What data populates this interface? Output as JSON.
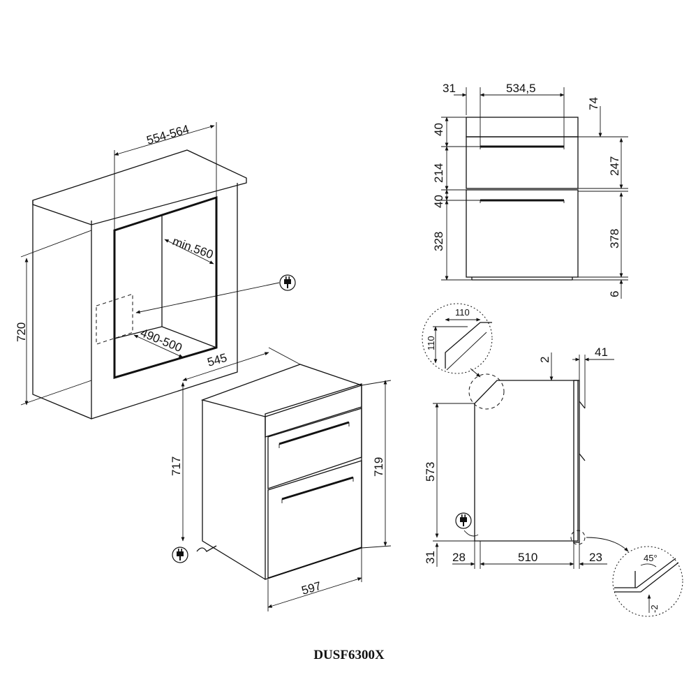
{
  "model": "DUSF6300X",
  "dimensions": {
    "niche_width": "554-564",
    "niche_depth": "min.560",
    "niche_height": "720",
    "cutout": "490-500",
    "oven_depth": "545",
    "oven_body_height": "717",
    "oven_front_height": "719",
    "oven_width": "597",
    "top_offset": "31",
    "inner_width": "534,5",
    "top_gap": "74",
    "panel_top": "40",
    "upper_door": "214",
    "panel_mid": "40",
    "lower_door": "328",
    "upper_section": "247",
    "lower_section": "378",
    "bottom_gap": "6",
    "detail_a": "110",
    "detail_b": "110",
    "side_top": "2",
    "side_front": "41",
    "side_height": "573",
    "side_base": "31",
    "side_left": "28",
    "side_depth": "510",
    "side_right": "23",
    "angle": "45°",
    "angle_offset": "-2"
  },
  "icons": [
    "plug-icon",
    "plug-icon",
    "plug-icon"
  ],
  "colors": {
    "ink": "#111111",
    "panel": "#e6e6e6"
  }
}
